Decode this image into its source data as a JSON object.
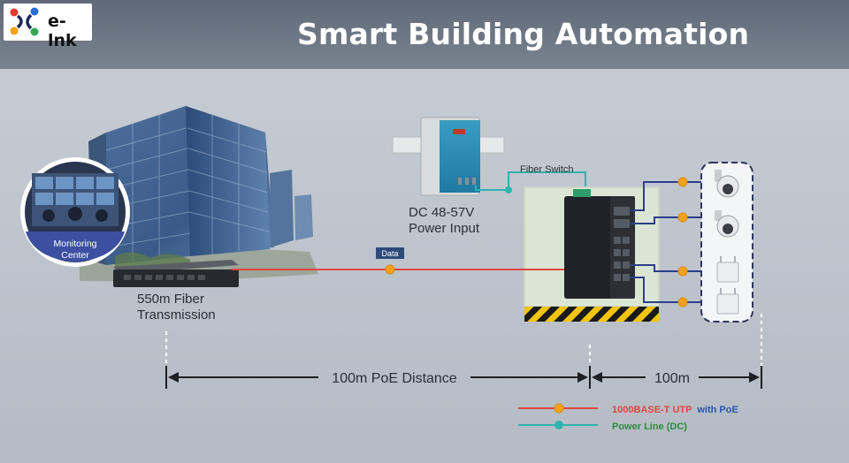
{
  "brand": {
    "logo_text": "e-lnk"
  },
  "header": {
    "title": "Smart Building Automation"
  },
  "labels": {
    "monitoring_center": [
      "Monitoring",
      "Center"
    ],
    "fiber_transmission": [
      "550m Fiber",
      "Transmission"
    ],
    "power_input": [
      "DC 48-57V",
      "Power Input"
    ],
    "fiber_switch": "Fiber Switch",
    "data_tag": "Data"
  },
  "distances": {
    "poe_distance": "100m PoE Distance",
    "device_distance": "100m"
  },
  "legend": {
    "utp_prefix": "1000BASE-T UTP",
    "utp_suffix": "with PoE",
    "power_line": "Power Line (DC)"
  },
  "colors": {
    "data_line": "#e0453f",
    "power_line": "#2fb3ad",
    "port_link": "#2b3f87",
    "node": "#f2a21b",
    "legend_utp": "#e0453f",
    "legend_poe": "#2a57b4",
    "legend_power": "#2e8b40"
  },
  "icons": [
    "office-building-image",
    "monitoring-video-wall",
    "fiber-transceiver",
    "din-rail-power-supply",
    "industrial-poe-switch",
    "ptz-dome-camera",
    "outdoor-access-point"
  ]
}
